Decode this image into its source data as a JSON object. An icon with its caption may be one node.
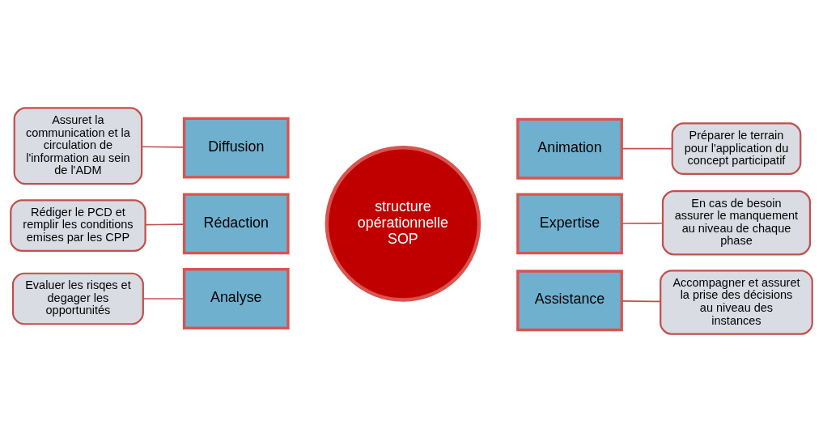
{
  "diagram": {
    "nodes": [
      {
        "text": [
          "Analyse"
        ]
      },
      {
        "text": [
          "Animation"
        ]
      },
      {
        "text": [
          "Diffusion"
        ]
      },
      {
        "text": [
          "structure opérationnelle SOP"
        ]
      },
      {
        "text": [
          "Expertise"
        ]
      },
      {
        "text": [
          "Rédaction"
        ]
      },
      {
        "text": [
          "Assistance"
        ]
      },
      {
        "text": [
          "Evaluer les risqes et degager les opportunités"
        ]
      },
      {
        "text": [
          "Préparer le terrain pour l'application du concept participatif"
        ]
      },
      {
        "text": [
          "Assuret la communication et la circulation de l'information au sein de l'ADM"
        ]
      },
      {
        "text": [
          "En cas de besoin assurer le manquement au niveau de chaque phase"
        ]
      },
      {
        "text": [
          "Rédiger le PCD et remplir les conditions emises par les CPP"
        ]
      },
      {
        "text": [
          "Accompagner et assuret la prise des décisions au niveau des instances"
        ]
      }
    ],
    "edges": [
      {
        "from": 7,
        "to": 0,
        "arrow": "none"
      },
      {
        "from": 1,
        "to": 8,
        "arrow": "none"
      },
      {
        "from": 9,
        "to": 2,
        "arrow": "none"
      },
      {
        "from": 4,
        "to": 10,
        "arrow": "none"
      },
      {
        "from": 11,
        "to": 5,
        "arrow": "none"
      },
      {
        "from": 6,
        "to": 12,
        "arrow": "none"
      }
    ]
  }
}
